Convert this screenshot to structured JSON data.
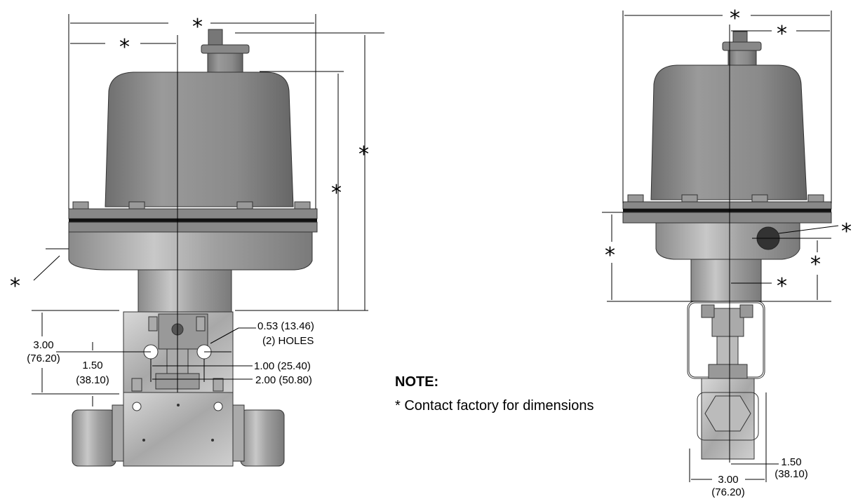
{
  "dimension_marker": "*",
  "left_view": {
    "height_label": "3.00",
    "height_label_mm": "(76.20)",
    "half_height_label": "1.50",
    "half_height_label_mm": "(38.10)",
    "holes_label": "0.53 (13.46)",
    "holes_count_label": "(2) HOLES",
    "inner_spacing_label": "1.00 (25.40)",
    "outer_spacing_label": "2.00 (50.80)"
  },
  "right_view": {
    "half_width_label": "1.50",
    "half_width_label_mm": "(38.10)",
    "width_label": "3.00",
    "width_label_mm": "(76.20)"
  },
  "note": {
    "title": "NOTE:",
    "text": "* Contact factory for dimensions"
  }
}
